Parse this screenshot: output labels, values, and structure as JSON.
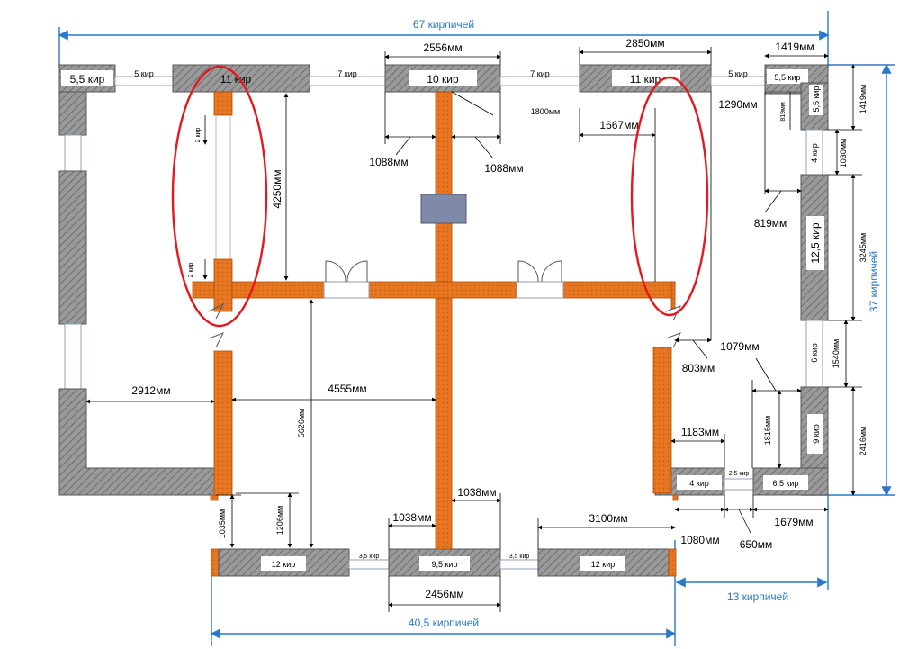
{
  "colors": {
    "wall_hatch": "#8a8a8a",
    "brick_orange": "#e87722",
    "dimension_blue": "#2a78c8",
    "highlight_red": "#e3191f",
    "pillar_gray": "#7f8aa8"
  },
  "totals": {
    "top": "67 кирпичей",
    "right": "37 кирпичей",
    "bottom": "40,5 кирпичей",
    "bottom_right": "13 кирпичей"
  },
  "top_wall": {
    "piece1": "5,5 кир",
    "gap1": "5 кир",
    "piece2": "11 кир",
    "gap2": "7 кир",
    "piece3": "10 кир",
    "gap3": "7 кир",
    "piece4": "11 кир",
    "gap4": "5 кир",
    "piece5": "5,5 кир"
  },
  "dims": {
    "d2556": "2556мм",
    "d2850": "2850мм",
    "d1419a": "1419мм",
    "d1419b": "1419мм",
    "d1800": "1800мм",
    "d1667": "1667мм",
    "d1290": "1290мм",
    "d1088a": "1088мм",
    "d1088b": "1088мм",
    "d4250": "4250мм",
    "d819a": "819мм",
    "d819b": "819мм",
    "d1030": "1030мм",
    "d3245": "3245мм",
    "d1079": "1079мм",
    "d803": "803мм",
    "d1540": "1540мм",
    "d2912": "2912мм",
    "d4555": "4555мм",
    "d5626": "5626мм",
    "d1816": "1816мм",
    "d2416": "2416мм",
    "d1183": "1183мм",
    "d1038a": "1038мм",
    "d1038b": "1038мм",
    "d3100": "3100мм",
    "d1035": "1035мм",
    "d1206": "1206мм",
    "d1080": "1080мм",
    "d650": "650мм",
    "d1679": "1679мм",
    "d2456": "2456мм"
  },
  "right_wall": {
    "r1": "5,5 кир",
    "r2": "4 кир",
    "r3": "12,5 кир",
    "r4": "6 кир",
    "r5": "9 кир"
  },
  "bottom_right": {
    "b1": "4 кир",
    "b2": "2,5 кир",
    "b3": "6,5 кир"
  },
  "bottom_wall": {
    "p1": "12 кир",
    "g1": "3,5 кир",
    "p2": "9,5 кир",
    "g2": "3,5 кир",
    "p3": "12 кир"
  },
  "left_inner": {
    "k1": "2 кир",
    "k2": "2 кир"
  }
}
